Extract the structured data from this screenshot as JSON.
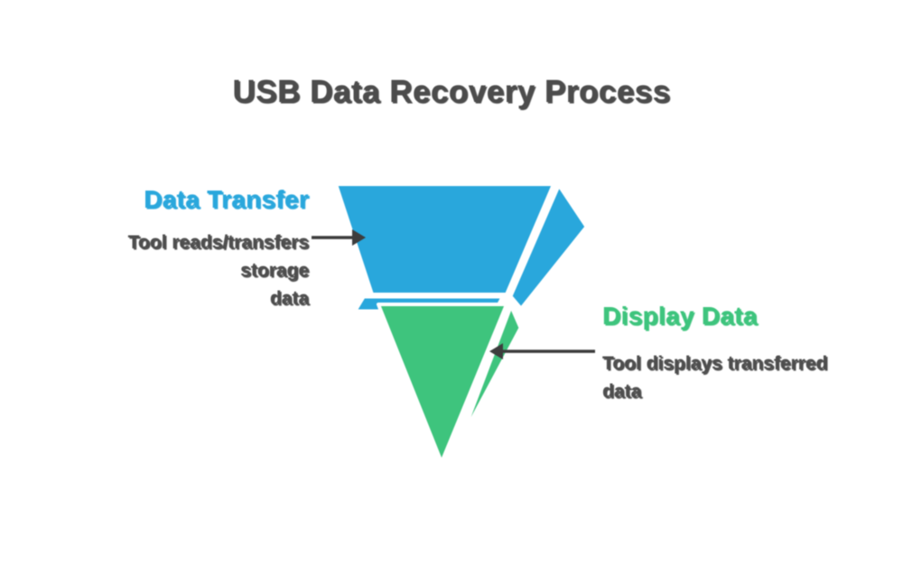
{
  "title": "USB Data Recovery Process",
  "funnel": {
    "type": "funnel",
    "stages": [
      {
        "label": "Data Transfer",
        "desc_line1": "Tool reads/transfers storage",
        "desc_line2": "data",
        "color": "#29a7dc",
        "shape": "trapezoid-3d",
        "annotation_side": "left"
      },
      {
        "label": "Display Data",
        "desc_line1": "Tool displays transferred",
        "desc_line2": "data",
        "color": "#3ec47d",
        "shape": "inverted-triangle-3d",
        "annotation_side": "right"
      }
    ]
  },
  "colors": {
    "blue": "#29a7dc",
    "green": "#3ec47d",
    "title_gray": "#4c4c4c",
    "desc_gray": "#4e4e4e",
    "arrow": "#3d3d3d",
    "outline": "#ffffff",
    "background": "#ffffff"
  }
}
